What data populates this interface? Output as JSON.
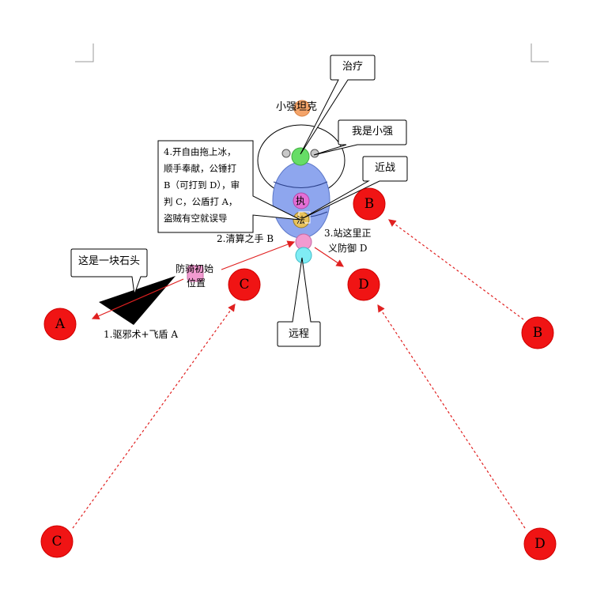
{
  "colors": {
    "marker": "#f01414",
    "marker_outline": "#d00000",
    "arrow": "#e02020",
    "group_fill": "#8ea6ee",
    "tank": "#f4a46a",
    "healer": "#66dd66",
    "melee": "#e46fd6",
    "ranged": "#7fecf4",
    "pink": "#f19ad0",
    "yellow": "#e8c25c"
  },
  "callouts": {
    "healer": "治疗",
    "tank_me": "我是小强",
    "melee": "近战",
    "ranged": "远程",
    "stone": "这是一块石头"
  },
  "labels": {
    "tank": "小强坦克",
    "zhi": "执",
    "fa": "法",
    "defense_start_1": "防骑初始",
    "defense_start_2": "位置",
    "step1": "1.驱邪术+飞盾 A",
    "step2": "2.清算之手 B",
    "step3_1": "3.站这里正",
    "step3_2": "义防御 D"
  },
  "note": {
    "lines": [
      "4.开自由拖上冰，",
      "顺手奉献，公锤打",
      "B（可打到 D），审",
      "判 C，公盾打 A，",
      "盗贼有空就误导"
    ]
  },
  "markers": {
    "A": "A",
    "B_near": "B",
    "B_far": "B",
    "C_near": "C",
    "C_far": "C",
    "D_near": "D",
    "D_far": "D"
  }
}
